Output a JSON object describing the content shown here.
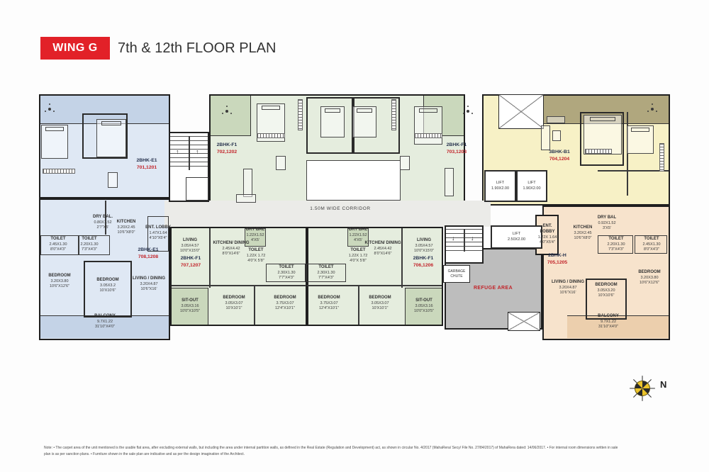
{
  "header": {
    "wing_label": "WING G",
    "title": "7th & 12th FLOOR PLAN"
  },
  "corridor": {
    "label": "1.50M WIDE CORRIDOR"
  },
  "units": {
    "u701": {
      "name": "2BHK-E1",
      "numbers": "701,1201"
    },
    "u702": {
      "name": "2BHK-F1",
      "numbers": "702,1202"
    },
    "u703": {
      "name": "2BHK-F1",
      "numbers": "703,1203"
    },
    "u704": {
      "name": "3BHK-B1",
      "numbers": "704,1204"
    },
    "u705": {
      "name": "2BHK-H",
      "numbers": "705,1205"
    },
    "u706": {
      "name": "2BHK-F1",
      "numbers": "706,1206"
    },
    "u707": {
      "name": "2BHK-F1",
      "numbers": "707,1207"
    },
    "u708": {
      "name": "2BHK-E1",
      "numbers": "708,1208"
    }
  },
  "rooms": {
    "e708_drybal": {
      "name": "DRY BAL.",
      "m": "0.80X1.52",
      "ft": "2'7\"X5'"
    },
    "e708_kitchen": {
      "name": "KITCHEN",
      "m": "3.20X2.45",
      "ft": "10'6\"X8'0\""
    },
    "e708_entlobby": {
      "name": "ENT. LOBBY",
      "m": "1.47X1.64",
      "ft": "4'10\"X5'4\""
    },
    "e708_toilet_a": {
      "name": "TOILET",
      "m": "2.45X1.30",
      "ft": "8'0\"X4'3\""
    },
    "e708_toilet_b": {
      "name": "TOILET",
      "m": "2.20X1.30",
      "ft": "7'3\"X4'3\""
    },
    "e708_bedroom_a": {
      "name": "BEDROOM",
      "m": "3.20X3.80",
      "ft": "10'6\"X12'6\""
    },
    "e708_bedroom_b": {
      "name": "BEDROOM",
      "m": "3.05X3.2",
      "ft": "10'X10'6\""
    },
    "e708_living": {
      "name": "LIVING / DINING",
      "m": "3.20X4.87",
      "ft": "10'6\"X16'"
    },
    "e708_balcony": {
      "name": "BALCONY",
      "m": "9.7X1.22",
      "ft": "31'10\"X4'0\""
    },
    "f707_living": {
      "name": "LIVING",
      "m": "3.05X4.57",
      "ft": "10'0\"X15'0\""
    },
    "f707_kitchen": {
      "name": "KITCHEN/ DINING",
      "m": "2.45X4.42",
      "ft": "8'0\"X14'6\""
    },
    "f707_drybal": {
      "name": "DRY BAL",
      "m": "1.22X1.52",
      "ft": "4'X5'"
    },
    "f707_toilet_a": {
      "name": "TOILET",
      "m": "1.22X 1.72",
      "ft": "4'0\"X 5'8\""
    },
    "f707_toilet_b": {
      "name": "TOILET",
      "m": "2.30X1.30",
      "ft": "7'7\"X4'3\""
    },
    "f707_sitout": {
      "name": "SIT-OUT",
      "m": "3.05X3.16",
      "ft": "10'0\"X10'5\""
    },
    "f707_bedroom_a": {
      "name": "BEDROOM",
      "m": "3.05X3.07",
      "ft": "10'X10'1\""
    },
    "f707_bedroom_b": {
      "name": "BEDROOM",
      "m": "3.75X3.07",
      "ft": "12'4\"X10'1\""
    },
    "f706_drybal": {
      "name": "DRY BAL",
      "m": "1.22X1.52",
      "ft": "4'X5'"
    },
    "f706_toilet_a": {
      "name": "TOILET",
      "m": "1.22X 1.72",
      "ft": "4'0\"X 5'8\""
    },
    "f706_kitchen": {
      "name": "KITCHEN/ DINING",
      "m": "2.45X4.42",
      "ft": "8'0\"X14'6\""
    },
    "f706_living": {
      "name": "LIVING",
      "m": "3.05X4.57",
      "ft": "10'0\"X15'0\""
    },
    "f706_toilet_b": {
      "name": "TOILET",
      "m": "2.30X1.30",
      "ft": "7'7\"X4'3\""
    },
    "f706_bedroom_b": {
      "name": "BEDROOM",
      "m": "3.75X3.07",
      "ft": "12'4\"X10'1\""
    },
    "f706_bedroom_a": {
      "name": "BEDROOM",
      "m": "3.05X3.07",
      "ft": "10'X10'1\""
    },
    "f706_sitout": {
      "name": "SIT-OUT",
      "m": "3.05X3.16",
      "ft": "10'0\"X10'5\""
    },
    "h705_entlobby": {
      "name": "ENT. LOBBY",
      "m": "1.22X 1.64",
      "ft": "4'0\"X5'4\""
    },
    "h705_kitchen": {
      "name": "KITCHEN",
      "m": "3.20X2.45",
      "ft": "10'6\"X8'0\""
    },
    "h705_drybal": {
      "name": "DRY BAL",
      "m": "0.92X1.52",
      "ft": "3'X5'"
    },
    "h705_toilet_a": {
      "name": "TOILET",
      "m": "2.20X1.30",
      "ft": "7'3\"X4'3\""
    },
    "h705_toilet_b": {
      "name": "TOILET",
      "m": "2.45X1.30",
      "ft": "8'0\"X4'3\""
    },
    "h705_living": {
      "name": "LIVING / DINING",
      "m": "3.20X4.87",
      "ft": "10'6\"X16'"
    },
    "h705_bedroom_a": {
      "name": "BEDROOM",
      "m": "3.05X3.20",
      "ft": "10'X10'6\""
    },
    "h705_bedroom_b": {
      "name": "BEDROOM",
      "m": "3.20X3.80",
      "ft": "10'6\"X12'6\""
    },
    "h705_balcony": {
      "name": "BALCONY",
      "m": "9.7X1.22",
      "ft": "31'10\"X4'0\""
    }
  },
  "services": {
    "lift_a": {
      "name": "LIFT",
      "size": "1.90X2.00"
    },
    "lift_b": {
      "name": "LIFT",
      "size": "1.90X2.00"
    },
    "lift_c": {
      "name": "LIFT",
      "size": "2.50X2.00"
    },
    "garbage_chute": "GARBAGE CHUTE",
    "refuge_area": "REFUGE AREA"
  },
  "compass": {
    "north_label": "N"
  },
  "notes": {
    "line1": "Note: • The carpet area of the unit mentioned is the usable flat area, after excluding external walls, but including the area under internal partition walls, as defined in the Real Estate (Regulation and Development) act, as shown in circular No. 4/2017 (MahaRera/ Secy/ File No. 27/84/2017) of MahaRera dated: 14/06/2017. • For internal room dimensions written in sale",
    "line2": "plan is as per sanction plans. • Furniture shown in the sale plan are indicative and as per the design imagination of the Architect."
  },
  "colors": {
    "badge_red": "#e22128",
    "unit_number_red": "#c2242a",
    "unit_name_navy": "#27324e",
    "blue_fill": "#dfe8f4",
    "blue_dark": "#c4d3e7",
    "green_fill": "#e5edde",
    "green_dark": "#cad8bc",
    "yellow_fill": "#f7f1c6",
    "olive_band": "#b0a77e",
    "peach_fill": "#f7e3cc",
    "peach_dark": "#eccfad",
    "refuge_gray": "#bdbdbd",
    "corridor_gray": "#ebebe8",
    "wall": "#1f1f1f",
    "compass_yellow": "#ecc42a"
  }
}
